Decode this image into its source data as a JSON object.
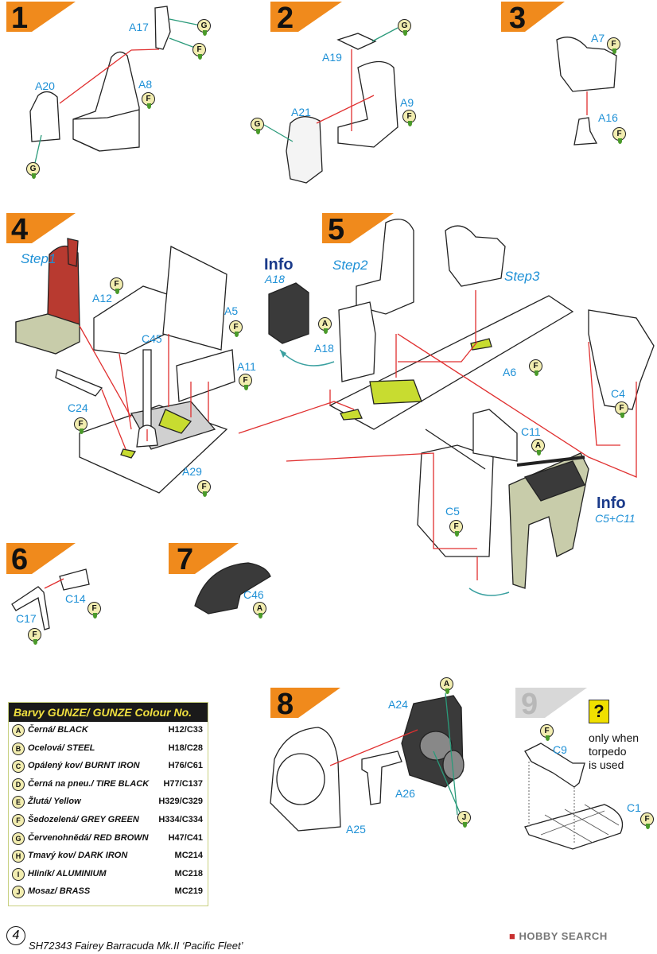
{
  "steps": [
    "1",
    "2",
    "3",
    "4",
    "5",
    "6",
    "7",
    "8",
    "9"
  ],
  "part_labels": {
    "a17": "A17",
    "a20": "A20",
    "a8": "A8",
    "a19": "A19",
    "a21": "A21",
    "a9": "A9",
    "a7": "A7",
    "a16": "A16",
    "a12": "A12",
    "c45": "C45",
    "a5": "A5",
    "a11": "A11",
    "c24": "C24",
    "a29": "A29",
    "a18": "A18",
    "a6": "A6",
    "c4": "C4",
    "c11": "C11",
    "c5": "C5",
    "c14": "C14",
    "c17": "C17",
    "c46": "C46",
    "a24": "A24",
    "a26": "A26",
    "a25": "A25",
    "c9": "C9",
    "c1": "C1"
  },
  "substeps": {
    "step1": "Step1",
    "step2": "Step2",
    "step3": "Step3"
  },
  "info": {
    "info1_title": "Info",
    "info1_sub": "A18",
    "info2_title": "Info",
    "info2_sub": "C5+C11"
  },
  "legend": {
    "title": "Barvy GUNZE/ GUNZE Colour No.",
    "rows": [
      {
        "key": "A",
        "name": "Černá/ BLACK",
        "code": "H12/C33"
      },
      {
        "key": "B",
        "name": "Ocelová/ STEEL",
        "code": "H18/C28"
      },
      {
        "key": "C",
        "name": "Opálený kov/ BURNT IRON",
        "code": "H76/C61"
      },
      {
        "key": "D",
        "name": "Černá na pneu./ TIRE BLACK",
        "code": "H77/C137"
      },
      {
        "key": "E",
        "name": "Žlutá/ Yellow",
        "code": "H329/C329"
      },
      {
        "key": "F",
        "name": "Šedozelená/ GREY GREEN",
        "code": "H334/C334"
      },
      {
        "key": "G",
        "name": "Červenohnědá/ RED BROWN",
        "code": "H47/C41"
      },
      {
        "key": "H",
        "name": "Tmavý kov/ DARK IRON",
        "code": "MC214"
      },
      {
        "key": "I",
        "name": "Hliník/ ALUMINIUM",
        "code": "MC218"
      },
      {
        "key": "J",
        "name": "Mosaz/ BRASS",
        "code": "MC219"
      }
    ]
  },
  "torpedo_note": {
    "q": "?",
    "l1": "only when",
    "l2": "torpedo",
    "l3": "is used"
  },
  "footer": {
    "page": "4",
    "text": "SH72343 Fairey Barracuda Mk.II ‘Pacific Fleet’"
  },
  "brand": {
    "mark": "HOBBY SEARCH"
  },
  "badges": {
    "G": "G",
    "F": "F",
    "A": "A",
    "J": "J"
  }
}
